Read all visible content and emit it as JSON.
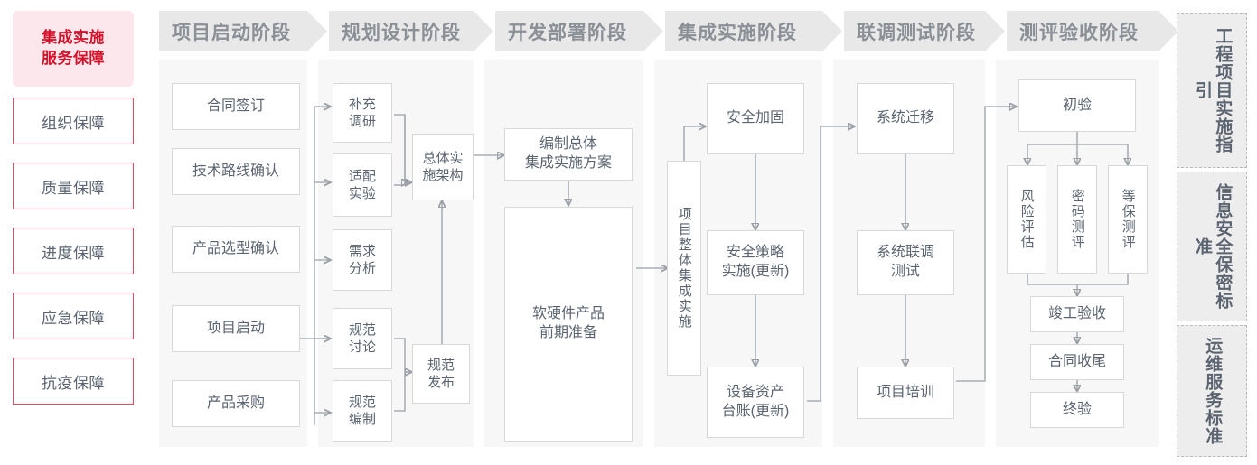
{
  "left_column": {
    "lead_card": {
      "label": "集成实施\n服务保障",
      "line1": "集成实施",
      "line2": "服务保障",
      "color": "#d4112a",
      "bg": "#fce8ec"
    },
    "items": [
      {
        "label": "组织保障"
      },
      {
        "label": "质量保障"
      },
      {
        "label": "进度保障"
      },
      {
        "label": "应急保障"
      },
      {
        "label": "抗疫保障"
      }
    ]
  },
  "phases": [
    {
      "id": "phase-start",
      "title": "项目启动阶段",
      "nodes": [
        {
          "label": "合同签订"
        },
        {
          "label": "技术路线确认"
        },
        {
          "label": "产品选型确认"
        },
        {
          "label": "项目启动"
        },
        {
          "label": "产品采购"
        }
      ]
    },
    {
      "id": "phase-plan",
      "title": "规划设计阶段",
      "nodes": [
        {
          "label": "补充\n调研",
          "line1": "补充",
          "line2": "调研"
        },
        {
          "label": "适配\n实验",
          "line1": "适配",
          "line2": "实验"
        },
        {
          "label": "需求\n分析",
          "line1": "需求",
          "line2": "分析"
        },
        {
          "label": "规范\n讨论",
          "line1": "规范",
          "line2": "讨论"
        },
        {
          "label": "规范\n编制",
          "line1": "规范",
          "line2": "编制"
        },
        {
          "label": "总体实\n施架构",
          "line1": "总体实",
          "line2": "施架构"
        },
        {
          "label": "规范\n发布",
          "line1": "规范",
          "line2": "发布"
        }
      ]
    },
    {
      "id": "phase-dev",
      "title": "开发部署阶段",
      "nodes": [
        {
          "label": "编制总体\n集成实施方案",
          "line1": "编制总体",
          "line2": "集成实施方案"
        },
        {
          "label": "软硬件产品\n前期准备",
          "line1": "软硬件产品",
          "line2": "前期准备"
        }
      ]
    },
    {
      "id": "phase-integrate",
      "title": "集成实施阶段",
      "nodes": [
        {
          "label": "项目整体集成实施",
          "vertical": true
        },
        {
          "label": "安全加固"
        },
        {
          "label": "安全策略\n实施(更新)",
          "line1": "安全策略",
          "line2": "实施(更新)"
        },
        {
          "label": "设备资产\n台账(更新)",
          "line1": "设备资产",
          "line2": "台账(更新)"
        }
      ]
    },
    {
      "id": "phase-test",
      "title": "联调测试阶段",
      "nodes": [
        {
          "label": "系统迁移"
        },
        {
          "label": "系统联调\n测试",
          "line1": "系统联调",
          "line2": "测试"
        },
        {
          "label": "项目培训"
        }
      ]
    },
    {
      "id": "phase-accept",
      "title": "测评验收阶段",
      "nodes": [
        {
          "label": "初验"
        },
        {
          "label": "风险评估",
          "vertical": true
        },
        {
          "label": "密码测评",
          "vertical": true
        },
        {
          "label": "等保测评",
          "vertical": true
        },
        {
          "label": "竣工验收"
        },
        {
          "label": "合同收尾"
        },
        {
          "label": "终验"
        }
      ]
    }
  ],
  "standards": [
    {
      "label": "工程项目实施指引"
    },
    {
      "label": "信息安全保密标准"
    },
    {
      "label": "运维服务标准"
    }
  ],
  "colors": {
    "accent_red": "#d4112a",
    "red_border": "#e04a5f",
    "panel_bg": "#f7f7f7",
    "header_bg": "#e8e8e8",
    "node_border": "#d6d8da",
    "wire": "#9aa0a6",
    "text": "#5b6470"
  }
}
